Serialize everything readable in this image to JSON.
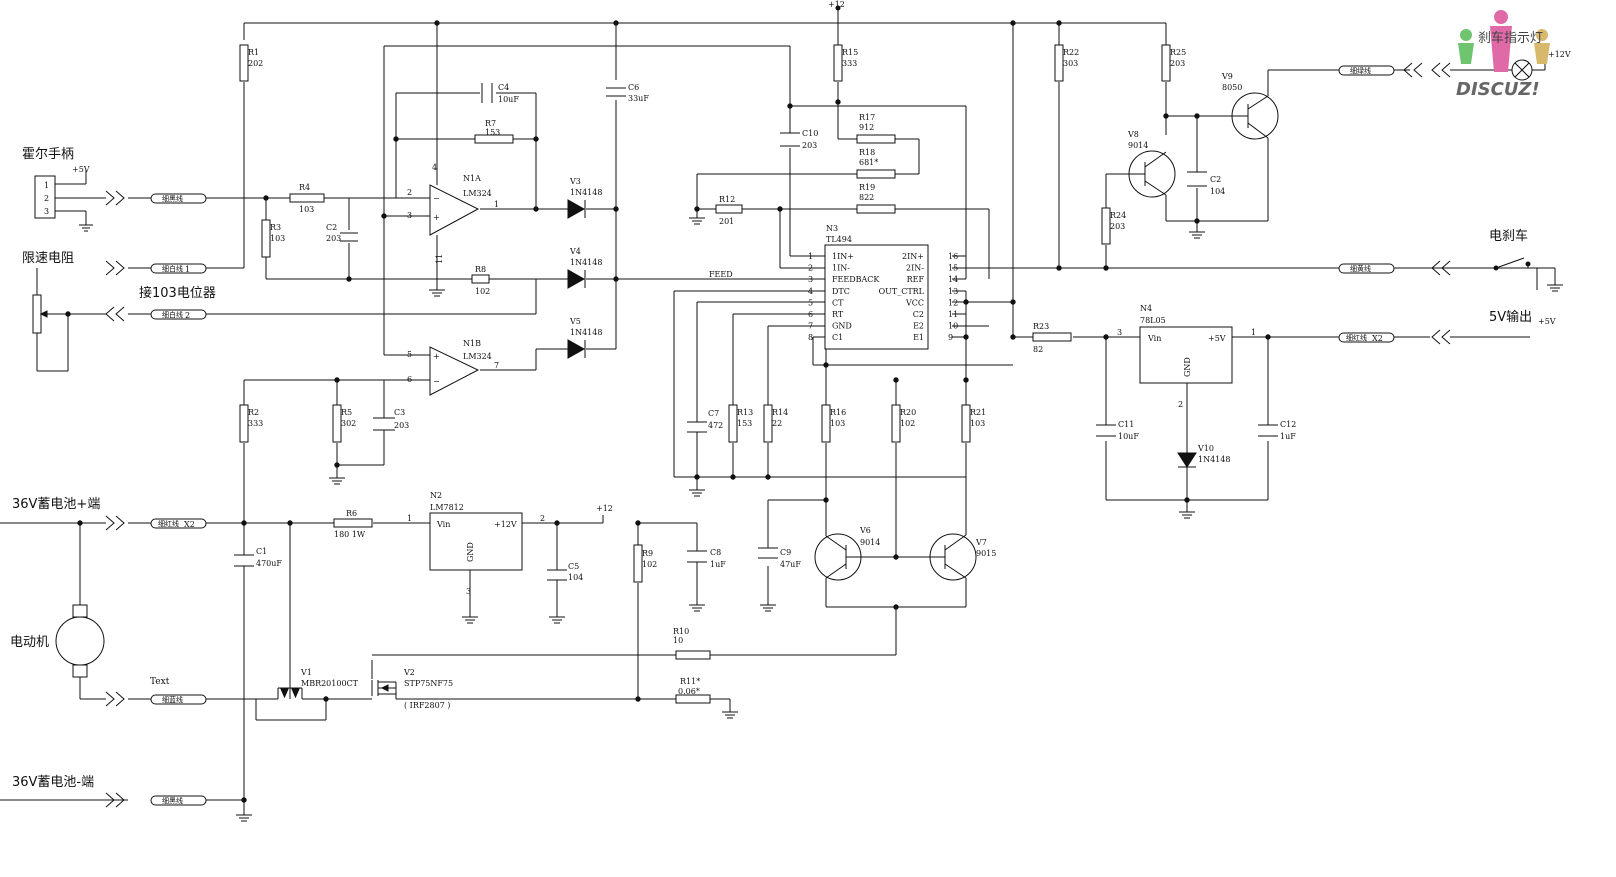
{
  "supply": {
    "vcc": "+12"
  },
  "labels": {
    "hall": "霍尔手柄",
    "speed_limit": "限速电阻",
    "pot": "接103电位器",
    "batt_plus": "36V蓄电池+端",
    "batt_minus": "36V蓄电池-端",
    "motor": "电动机",
    "brake": "电刹车",
    "out5v": "5V输出",
    "brake_lamp": "刹车指示灯",
    "text_label": "Text",
    "feed": "FEED"
  },
  "watermark": {
    "logo": "DISCUZ!"
  },
  "connector": {
    "hall_pins": [
      "1",
      "2",
      "3"
    ],
    "plus5": "+5V",
    "plus12": "+12V"
  },
  "components": {
    "R1": {
      "ref": "R1",
      "val": "202"
    },
    "R2": {
      "ref": "R2",
      "val": "333"
    },
    "R3": {
      "ref": "R3",
      "val": "103"
    },
    "R4": {
      "ref": "R4",
      "val": "103"
    },
    "R5": {
      "ref": "R5",
      "val": "302"
    },
    "R6": {
      "ref": "R6",
      "val": "180 1W"
    },
    "R7": {
      "ref": "R7",
      "val": "153"
    },
    "R8": {
      "ref": "R8",
      "val": "102"
    },
    "R9": {
      "ref": "R9",
      "val": "102"
    },
    "R10": {
      "ref": "R10",
      "val": "10"
    },
    "R11": {
      "ref": "R11*",
      "val": "0.06*"
    },
    "R12": {
      "ref": "R12",
      "val": "201"
    },
    "R13": {
      "ref": "R13",
      "val": "153"
    },
    "R14": {
      "ref": "R14",
      "val": "22"
    },
    "R15": {
      "ref": "R15",
      "val": "333"
    },
    "R16": {
      "ref": "R16",
      "val": "103"
    },
    "R17": {
      "ref": "R17",
      "val": "912"
    },
    "R18": {
      "ref": "R18",
      "val": "681*"
    },
    "R19": {
      "ref": "R19",
      "val": "822"
    },
    "R20": {
      "ref": "R20",
      "val": "102"
    },
    "R21": {
      "ref": "R21",
      "val": "103"
    },
    "R22": {
      "ref": "R22",
      "val": "303"
    },
    "R23": {
      "ref": "R23",
      "val": "82"
    },
    "R24": {
      "ref": "R24",
      "val": "203"
    },
    "R25": {
      "ref": "R25",
      "val": "203"
    },
    "C1": {
      "ref": "C1",
      "val": "470uF"
    },
    "C2a": {
      "ref": "C2",
      "val": "203"
    },
    "C2b": {
      "ref": "C2",
      "val": "104"
    },
    "C3": {
      "ref": "C3",
      "val": "203"
    },
    "C4": {
      "ref": "C4",
      "val": "10uF"
    },
    "C5": {
      "ref": "C5",
      "val": "104"
    },
    "C6": {
      "ref": "C6",
      "val": "33uF"
    },
    "C7": {
      "ref": "C7",
      "val": "472"
    },
    "C8": {
      "ref": "C8",
      "val": "1uF"
    },
    "C9": {
      "ref": "C9",
      "val": "47uF"
    },
    "C10": {
      "ref": "C10",
      "val": "203"
    },
    "C11": {
      "ref": "C11",
      "val": "10uF"
    },
    "C12": {
      "ref": "C12",
      "val": "1uF"
    },
    "V1": {
      "ref": "V1",
      "val": "MBR20100CT"
    },
    "V2": {
      "ref": "V2",
      "val": "STP75NF75",
      "alt": "( IRF2807 )"
    },
    "V3": {
      "ref": "V3",
      "val": "1N4148"
    },
    "V4": {
      "ref": "V4",
      "val": "1N4148"
    },
    "V5": {
      "ref": "V5",
      "val": "1N4148"
    },
    "V6": {
      "ref": "V6",
      "val": "9014"
    },
    "V7": {
      "ref": "V7",
      "val": "9015"
    },
    "V8": {
      "ref": "V8",
      "val": "9014"
    },
    "V9": {
      "ref": "V9",
      "val": "8050"
    },
    "V10": {
      "ref": "V10",
      "val": "1N4148"
    },
    "N1A": {
      "ref": "N1A",
      "val": "LM324"
    },
    "N1B": {
      "ref": "N1B",
      "val": "LM324"
    },
    "N2": {
      "ref": "N2",
      "val": "LM7812",
      "vin": "Vin",
      "vout": "+12V",
      "gnd": "GND",
      "p1": "1",
      "p2": "2",
      "p3": "3"
    },
    "N3": {
      "ref": "N3",
      "val": "TL494"
    },
    "N4": {
      "ref": "N4",
      "val": "78L05",
      "vin": "Vin",
      "vout": "+5V",
      "gnd": "GND",
      "p1": "1",
      "p2": "2",
      "p3": "3"
    }
  },
  "opamp_pins": {
    "a_in_n": "2",
    "a_in_p": "3",
    "a_out": "1",
    "a_vcc": "4",
    "a_gnd": "11",
    "b_in_p": "5",
    "b_in_n": "6",
    "b_out": "7"
  },
  "tl494": {
    "left_pins": [
      {
        "num": "1",
        "name": "1IN+"
      },
      {
        "num": "2",
        "name": "1IN-"
      },
      {
        "num": "3",
        "name": "FEEDBACK"
      },
      {
        "num": "4",
        "name": "DTC"
      },
      {
        "num": "5",
        "name": "CT"
      },
      {
        "num": "6",
        "name": "RT"
      },
      {
        "num": "7",
        "name": "GND"
      },
      {
        "num": "8",
        "name": "C1"
      }
    ],
    "right_pins": [
      {
        "num": "16",
        "name": "2IN+"
      },
      {
        "num": "15",
        "name": "2IN-"
      },
      {
        "num": "14",
        "name": "REF"
      },
      {
        "num": "13",
        "name": "OUT_CTRL"
      },
      {
        "num": "12",
        "name": "VCC"
      },
      {
        "num": "11",
        "name": "C2"
      },
      {
        "num": "10",
        "name": "E2"
      },
      {
        "num": "9",
        "name": "E1"
      }
    ]
  },
  "connectors": [
    {
      "text": "细黑线",
      "sub": ""
    },
    {
      "text": "细白线",
      "sub": "1"
    },
    {
      "text": "细白线",
      "sub": "2"
    },
    {
      "text": "细红线",
      "sub": "X2"
    },
    {
      "text": "细蓝线",
      "sub": ""
    },
    {
      "text": "细黑线",
      "sub": ""
    },
    {
      "text": "细绿线",
      "sub": ""
    },
    {
      "text": "细黄线",
      "sub": ""
    },
    {
      "text": "细红线",
      "sub": "X2"
    }
  ]
}
